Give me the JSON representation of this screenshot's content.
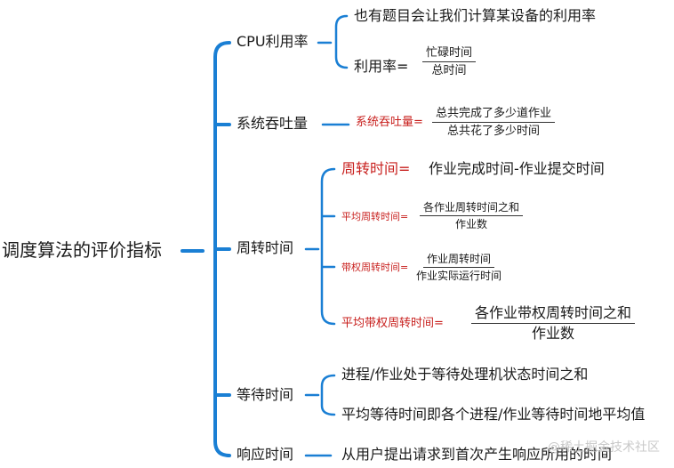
{
  "root": "调度算法的评价指标",
  "branches": {
    "cpu": {
      "label": "CPU利用率",
      "desc": "也有题目会让我们计算某设备的利用率",
      "formula": {
        "lhs": "利用率=",
        "num": "忙碌时间",
        "den": "总时间"
      }
    },
    "throughput": {
      "label": "系统吞吐量",
      "formula": {
        "lhs": "系统吞吐量=",
        "num": "总共完成了多少道作业",
        "den": "总共花了多少时间"
      }
    },
    "turnaround": {
      "label": "周转时间",
      "items": [
        {
          "lhs": "周转时间=",
          "rhs": "作业完成时间-作业提交时间"
        },
        {
          "lhs": "平均周转时间=",
          "num": "各作业周转时间之和",
          "den": "作业数"
        },
        {
          "lhs": "带权周转时间=",
          "num": "作业周转时间",
          "den": "作业实际运行时间"
        },
        {
          "lhs": "平均带权周转时间=",
          "num": "各作业带权周转时间之和",
          "den": "作业数"
        }
      ]
    },
    "waiting": {
      "label": "等待时间",
      "items": [
        "进程/作业处于等待处理机状态时间之和",
        "平均等待时间即各个进程/作业等待时间地平均值"
      ]
    },
    "response": {
      "label": "响应时间",
      "desc": "从用户提出请求到首次产生响应所用的时间"
    }
  },
  "connector_color": "#1a7fd4",
  "accent_color": "#c8201e",
  "watermark": "@稀土掘金技术社区"
}
